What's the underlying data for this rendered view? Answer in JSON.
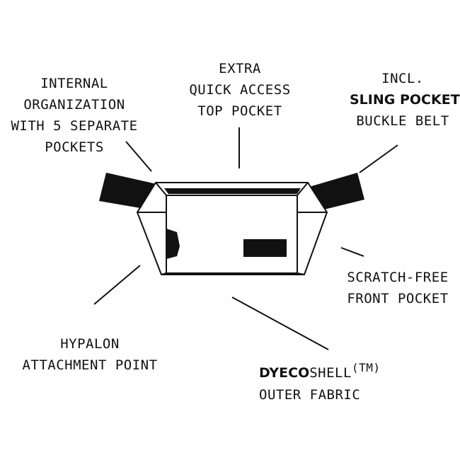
{
  "labels": {
    "internal": {
      "line1": "INTERNAL",
      "line2": "ORGANIZATION",
      "line3": "WITH 5 SEPARATE",
      "line4": "POCKETS"
    },
    "top_pocket": {
      "line1": "EXTRA",
      "line2": "QUICK ACCESS",
      "line3": "TOP POCKET"
    },
    "sling": {
      "line1": "INCL.",
      "bold": "SLING POCKET",
      "line3": "BUCKLE BELT"
    },
    "front_pocket": {
      "line1": "SCRATCH-FREE",
      "line2": "FRONT POCKET"
    },
    "hypalon": {
      "line1": "HYPALON",
      "line2": "ATTACHMENT POINT"
    },
    "fabric": {
      "bold": "DYECO",
      "rest": "SHELL",
      "tm": "(TM)",
      "line2": "OUTER FABRIC"
    }
  },
  "colors": {
    "ink": "#111111",
    "background": "#ffffff"
  }
}
